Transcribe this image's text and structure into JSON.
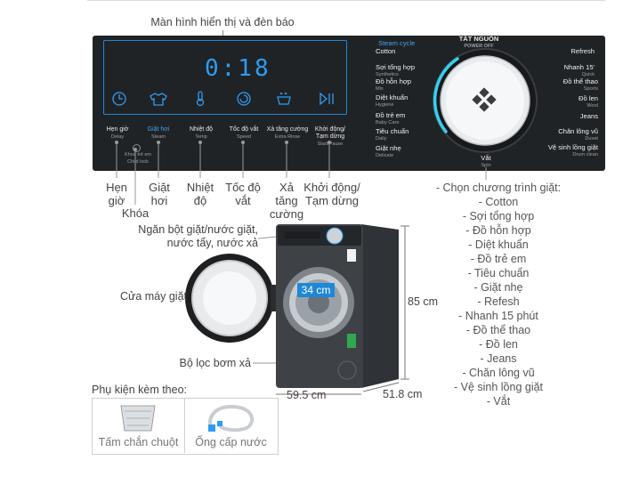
{
  "top_label": "Màn hình hiển thị và đèn báo",
  "display_digits": "0:18",
  "panel_buttons": [
    {
      "label": "Hẹn giờ",
      "sub": "Delay",
      "color": "#e8e8e8"
    },
    {
      "label": "Giặt hơi",
      "sub": "Steam",
      "color": "#3fa4f2"
    },
    {
      "label": "Nhiệt độ",
      "sub": "Temp",
      "color": "#e8e8e8"
    },
    {
      "label": "Tốc độ vắt",
      "sub": "Speed",
      "color": "#e8e8e8"
    },
    {
      "label": "Xả tăng cường",
      "sub": "Extra Rinse",
      "color": "#e8e8e8"
    },
    {
      "label": "Khởi động/ Tạm dừng",
      "sub": "Start/Pause",
      "color": "#e8e8e8"
    }
  ],
  "lock_small": "Khoá trẻ em",
  "lock_small_sub": "Child lock",
  "steam_cycle": "Steam cycle",
  "power_off_vn": "TẮT NGUỒN",
  "power_off_en": "POWER OFF",
  "dial_left": [
    {
      "label": "Cotton",
      "sub": ""
    },
    {
      "label": "Sợi tổng hợp",
      "sub": "Synthetics"
    },
    {
      "label": "Đồ hỗn hợp",
      "sub": "Mix"
    },
    {
      "label": "Diệt khuẩn",
      "sub": "Hygiene"
    },
    {
      "label": "Đồ trẻ em",
      "sub": "Baby Care"
    },
    {
      "label": "Tiêu chuẩn",
      "sub": "Daily"
    },
    {
      "label": "Giặt nhẹ",
      "sub": "Delicate"
    }
  ],
  "dial_right": [
    {
      "label": "Refresh",
      "sub": ""
    },
    {
      "label": "Nhanh 15'",
      "sub": "Quick"
    },
    {
      "label": "Đồ thể thao",
      "sub": "Sports"
    },
    {
      "label": "Đồ len",
      "sub": "Wool"
    },
    {
      "label": "Jeans",
      "sub": ""
    },
    {
      "label": "Chăn lông vũ",
      "sub": "Duvet"
    },
    {
      "label": "Vệ sinh lồng giặt",
      "sub": "Drum clean"
    }
  ],
  "dial_bottom": "Vắt",
  "dial_bottom_sub": "Spin",
  "callouts": {
    "hen_gio": "Hẹn giờ",
    "khoa": "Khóa",
    "giat_hoi": "Giặt hơi",
    "nhiet_do": "Nhiệt độ",
    "toc_do_vat": "Tốc độ vắt",
    "xa_tang_cuong": "Xả tăng cường",
    "khoi_dong": "Khởi động/ Tạm dừng"
  },
  "program_header": "- Chọn chương trình giặt:",
  "program_list": [
    "- Cotton",
    "- Sợi tổng hợp",
    "- Đồ hỗn hợp",
    "- Diệt khuẩn",
    "- Đồ trẻ em",
    "- Tiêu chuẩn",
    "- Giặt nhẹ",
    "- Refesh",
    "- Nhanh 15 phút",
    "- Đồ thể thao",
    "- Đồ len",
    "- Jeans",
    "- Chăn lông vũ",
    "- Vệ sinh lồng giặt",
    "- Vắt"
  ],
  "detergent_label_1": "Ngăn bột giặt/nước giặt,",
  "detergent_label_2": "nước tẩy, nước xả",
  "door_label": "Cửa máy giặt",
  "filter_label": "Bộ lọc bơm xả",
  "door_size": "34 cm",
  "height": "85 cm",
  "width": "59.5 cm",
  "depth": "51.8 cm",
  "accessories_title": "Phụ kiện kèm theo:",
  "accessories": [
    "Tấm chắn chuột",
    "Ống cấp nước"
  ],
  "colors": {
    "panel": "#202326",
    "accent_blue": "#1e88d8",
    "body": "#3e4246"
  }
}
